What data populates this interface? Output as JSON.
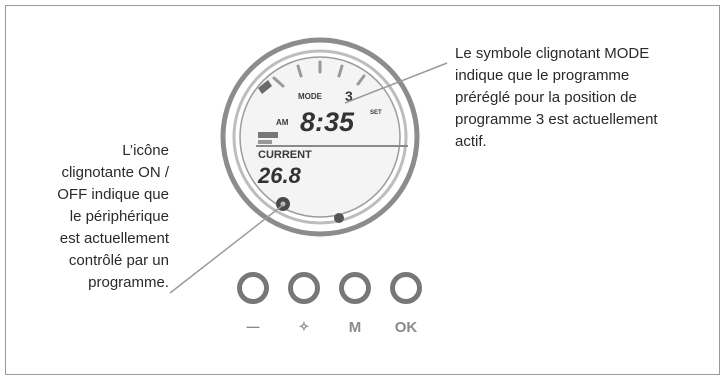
{
  "callouts": {
    "left": [
      "L’icône",
      "clignotante ON /",
      "OFF indique que",
      "le périphérique",
      "est actuellement",
      "contrôlé par un",
      "programme."
    ],
    "right": [
      "Le symbole clignotant MODE",
      "indique que le programme",
      "préréglé pour la position de",
      "programme 3 est actuellement",
      "actif."
    ]
  },
  "lcd": {
    "mode_label": "MODE",
    "program_number": "3",
    "am_label": "AM",
    "time": "8:35",
    "day_label": "SET",
    "current_label": "CURRENT",
    "reading": "26.8"
  },
  "buttons": [
    {
      "label": "—"
    },
    {
      "label": "✧"
    },
    {
      "label": "M"
    },
    {
      "label": "OK"
    }
  ],
  "colors": {
    "ring": "#8c8c8c",
    "lcd_fill": "#f2f2f2",
    "button_ring": "#777777",
    "callout_line": "#9a9a9a"
  }
}
